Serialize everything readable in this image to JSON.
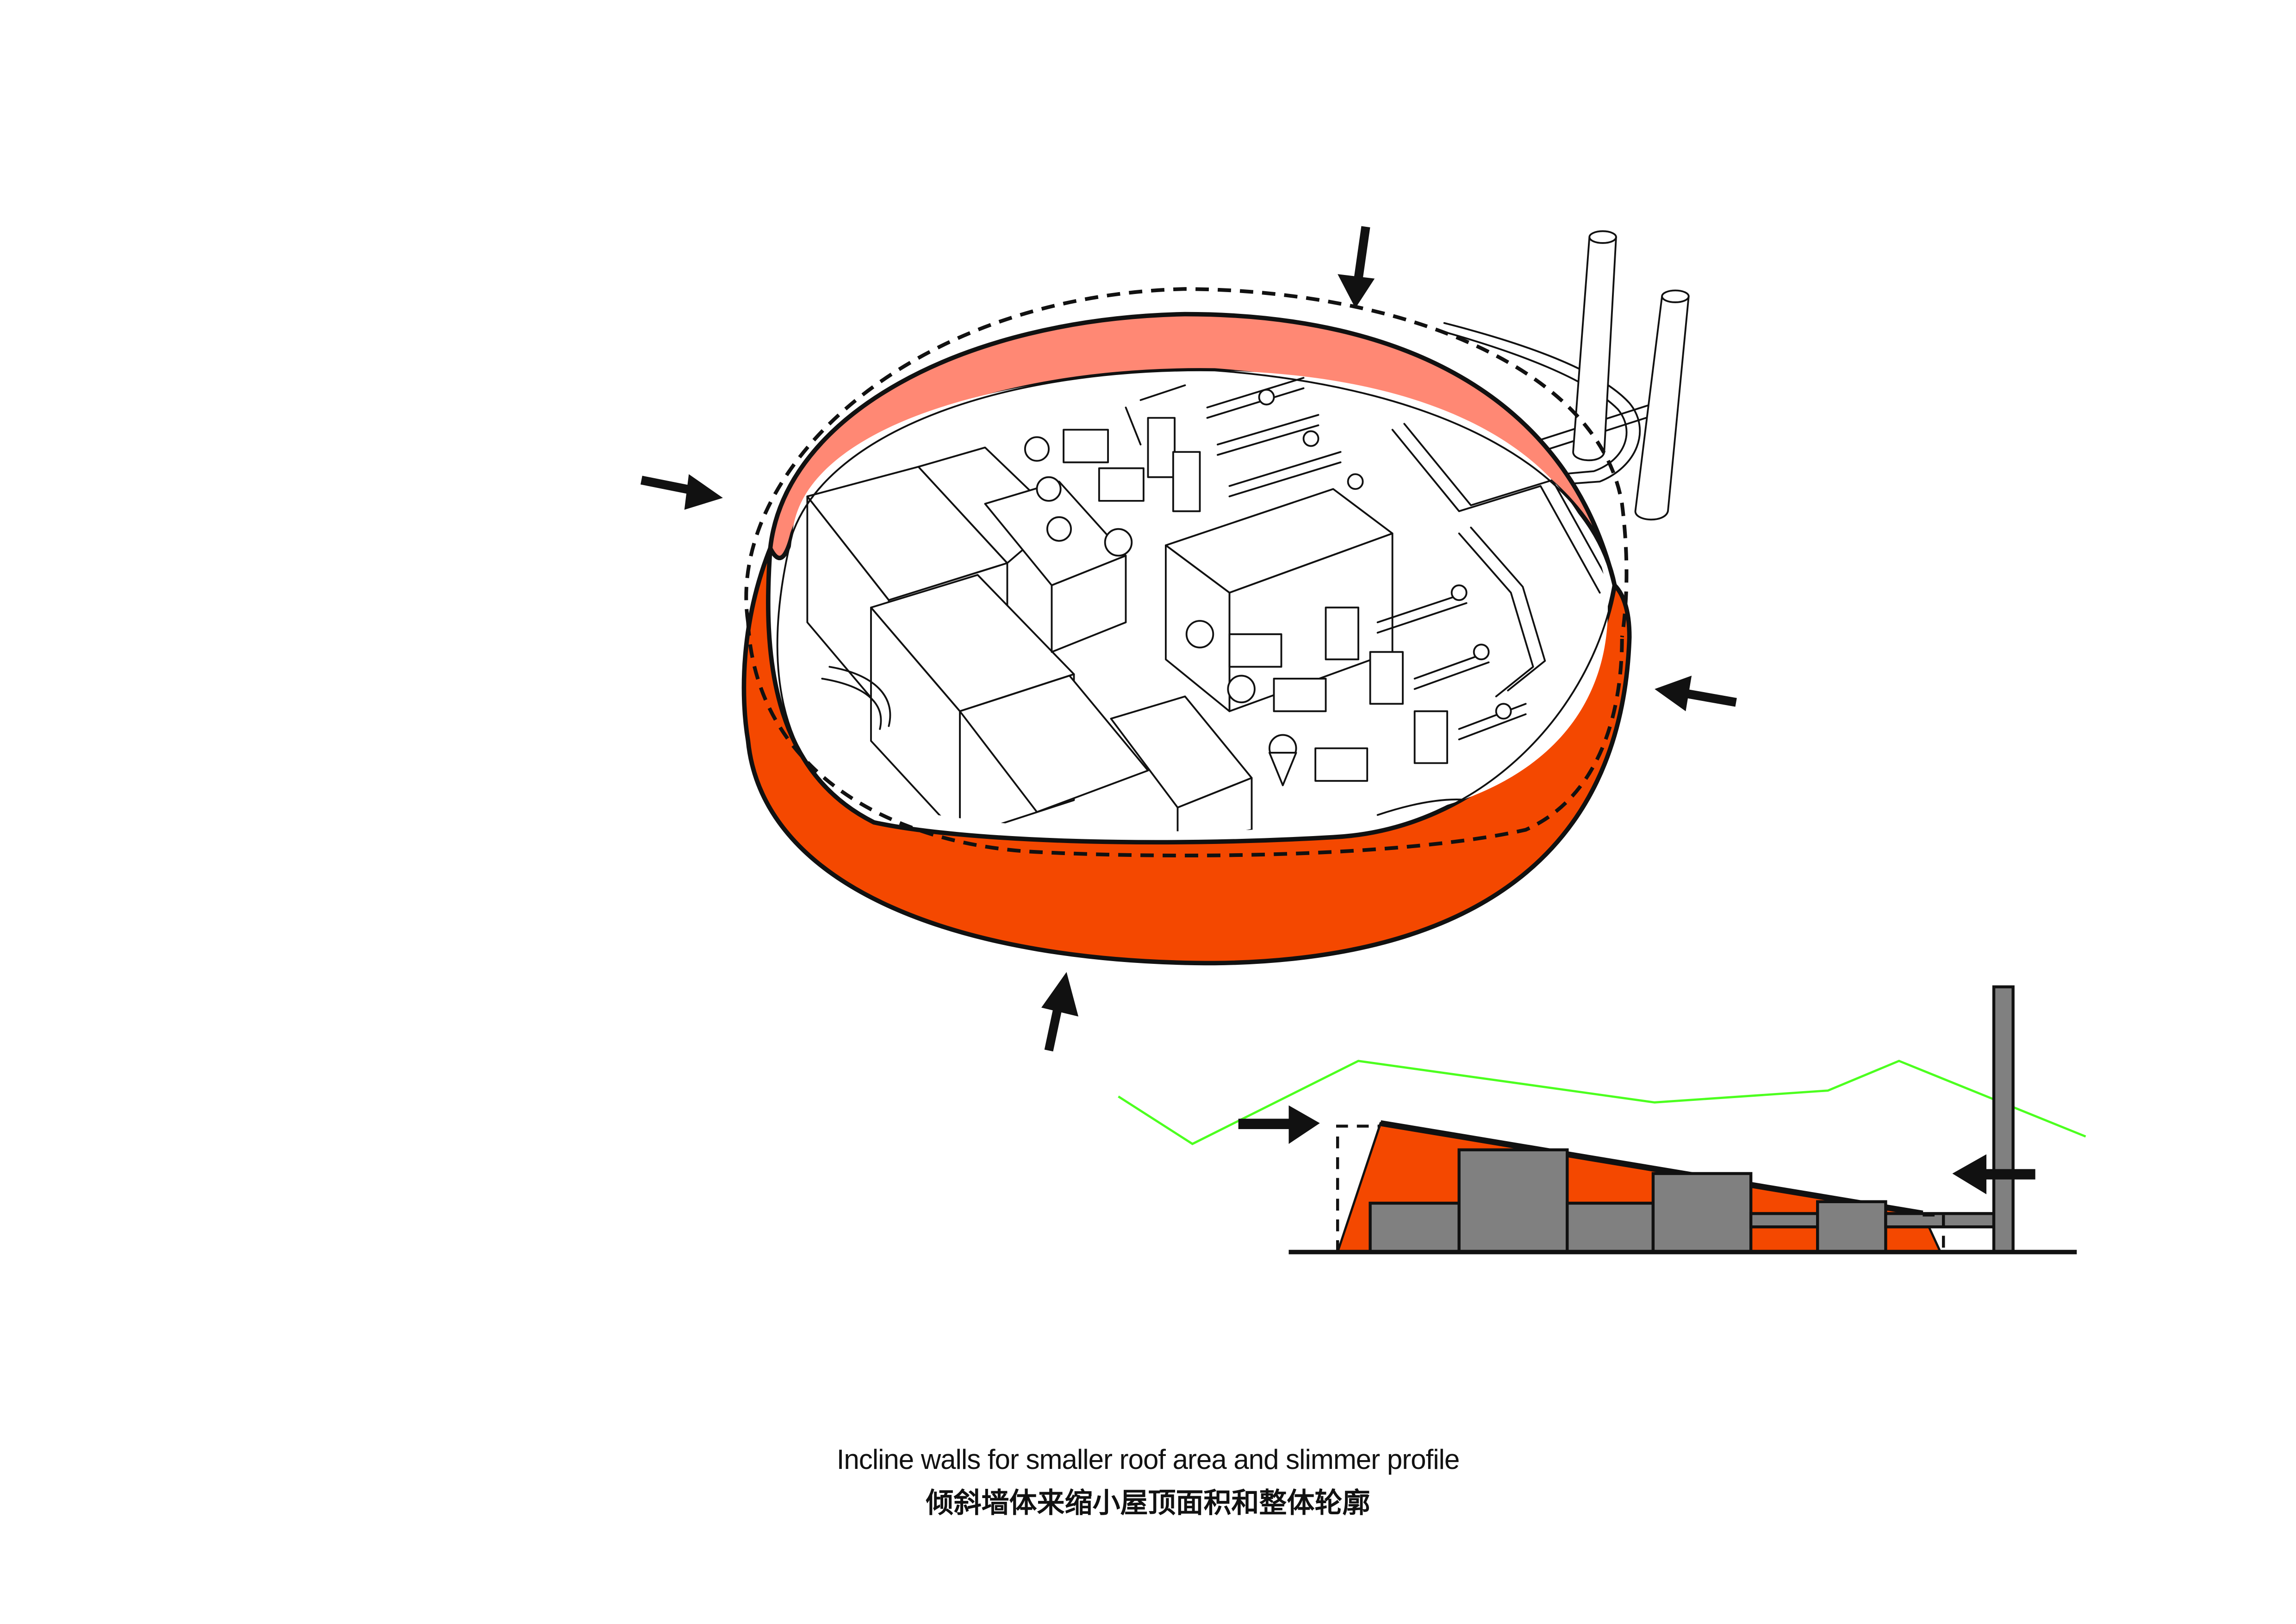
{
  "diagram": {
    "title": "Incline walls diagram",
    "colors": {
      "wall_outer": "#f44800",
      "wall_inner": "#ff8874",
      "outline": "#111111",
      "equipment": "#808080",
      "horizon_line": "#4cff1f",
      "background": "#ffffff"
    },
    "elements": {
      "axonometric_view": "Circular plant enclosed by an inclined orange ring wall with dashed original (vertical) wall outline",
      "arrows": [
        "top",
        "left",
        "right",
        "bottom"
      ],
      "chimneys_count": 2,
      "section_view": "Section showing sloped orange envelope over grey equipment blocks, dashed vertical wall outline, chimney, and green landscape line"
    }
  },
  "caption": {
    "english": "Incline walls for smaller roof area and slimmer profile",
    "chinese": "倾斜墙体来缩小屋顶面积和整体轮廓"
  }
}
